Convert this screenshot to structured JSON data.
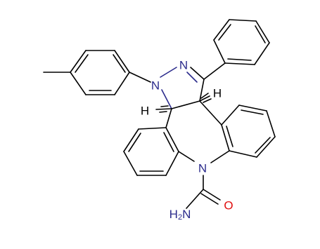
{
  "molecule": {
    "atoms": {
      "N1": "N",
      "N2": "N",
      "N_amide": "N",
      "O": "O",
      "NH2": "H2N",
      "H_a": "H",
      "H_b": "H"
    },
    "colors": {
      "bond": "#000000",
      "nitrogen": "#2b2b8c",
      "oxygen": "#e01010"
    }
  }
}
